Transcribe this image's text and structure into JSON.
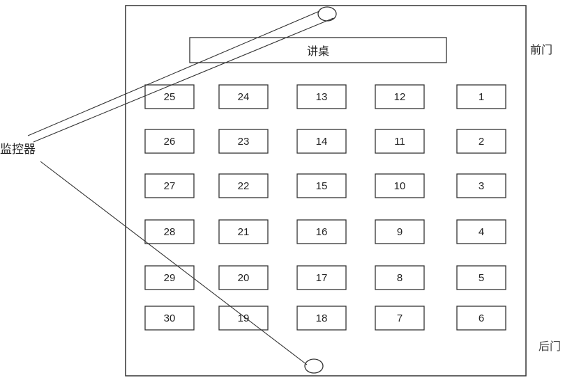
{
  "labels": {
    "desk": "讲桌",
    "front_door": "前门",
    "back_door": "后门",
    "monitor": "监控器"
  },
  "seats": {
    "columns": [
      [
        "25",
        "26",
        "27",
        "28",
        "29",
        "30"
      ],
      [
        "24",
        "23",
        "22",
        "21",
        "20",
        "19"
      ],
      [
        "13",
        "14",
        "15",
        "16",
        "17",
        "18"
      ],
      [
        "12",
        "11",
        "10",
        "9",
        "8",
        "7"
      ],
      [
        "1",
        "2",
        "3",
        "4",
        "5",
        "6"
      ]
    ]
  }
}
